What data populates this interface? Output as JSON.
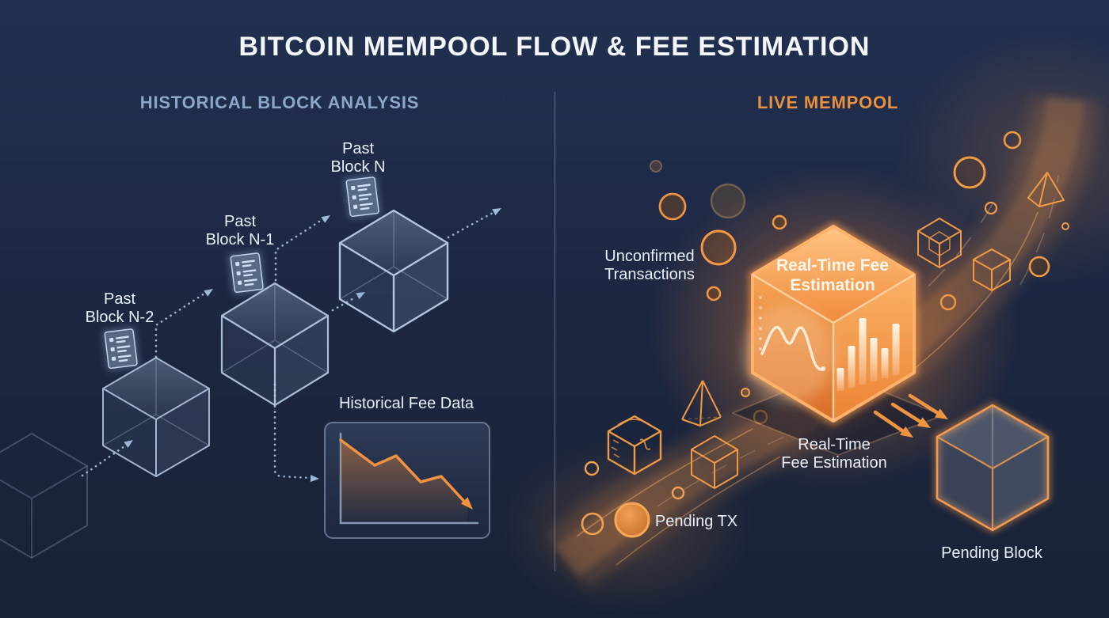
{
  "title": "BITCOIN MEMPOOL FLOW & FEE ESTIMATION",
  "left": {
    "header": "HISTORICAL BLOCK ANALYSIS",
    "block_n2_line1": "Past",
    "block_n2_line2": "Block N-2",
    "block_n1_line1": "Past",
    "block_n1_line2": "Block N-1",
    "block_n_line1": "Past",
    "block_n_line2": "Block N",
    "fee_chart_label": "Historical Fee Data"
  },
  "right": {
    "header": "LIVE MEMPOOL",
    "unconfirmed_line1": "Unconfirmed",
    "unconfirmed_line2": "Transactions",
    "cube_label_line1": "Real-Time Fee",
    "cube_label_line2": "Estimation",
    "estimation_label_line1": "Real-Time",
    "estimation_label_line2": "Fee Estimation",
    "pending_tx_label": "Pending TX",
    "pending_block_label": "Pending Block"
  },
  "figures": {
    "historical_fee_trend_relative": [
      100,
      62,
      76,
      38,
      45,
      5
    ],
    "historical_fee_trend_direction": "declining",
    "live_fee_bars_relative": [
      30,
      55,
      88,
      57,
      40,
      68
    ]
  },
  "colors": {
    "background": "#1c2742",
    "accent_orange": "#ef9242",
    "steel_blue": "#8ca6c9",
    "text_white": "#f2f5f9",
    "block_wireframe_blue": "#b9cde8",
    "dotted_arrow_blue": "#97b1d3"
  }
}
